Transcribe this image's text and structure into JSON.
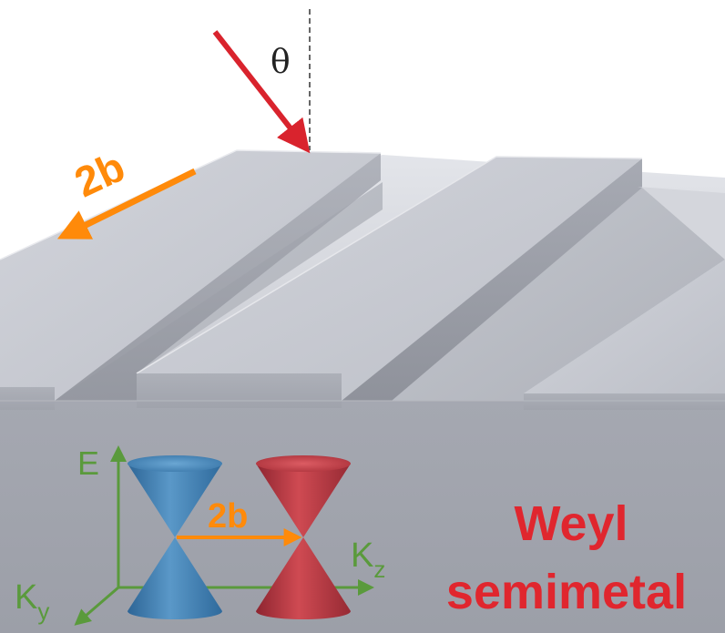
{
  "labels": {
    "angle": "θ",
    "period_top": "2b",
    "energy_axis": "E",
    "ky_main": "K",
    "ky_sub": "y",
    "kz_main": "K",
    "kz_sub": "z",
    "separation": "2b",
    "material_line1": "Weyl",
    "material_line2": "semimetal"
  },
  "colors": {
    "incident_arrow": "#d9232d",
    "period_arrow": "#ff8a0a",
    "axes": "#5a9a3c",
    "cone_left": "#3f7fb5",
    "cone_right": "#b8343e",
    "title_text": "#e0262e",
    "slab_top": "#c9cbd2",
    "slab_front": "#9a9ca5"
  },
  "icons": {
    "incident_beam": "arrow-down-right",
    "weyl_node_left": "dirac-cone",
    "weyl_node_right": "dirac-cone"
  }
}
